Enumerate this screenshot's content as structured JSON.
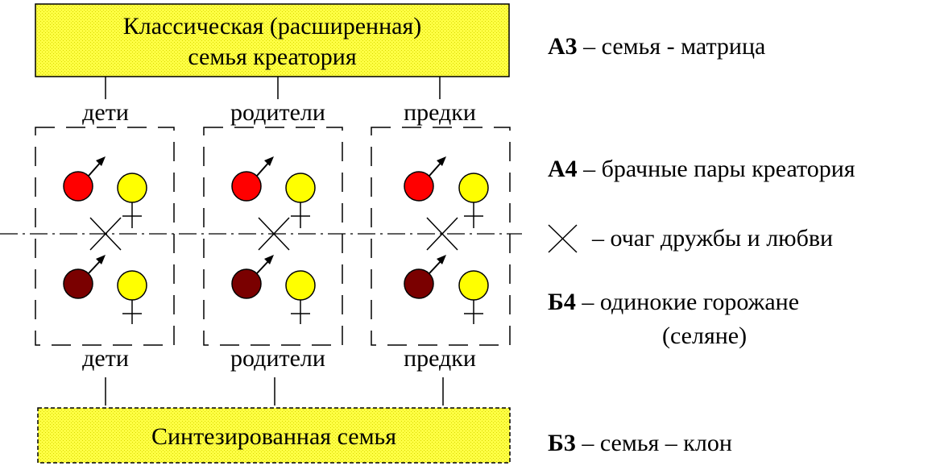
{
  "top_box": {
    "line1": "Классическая (расширенная)",
    "line2": "семья креатория",
    "fill": "#ffff44"
  },
  "bottom_box": {
    "text": "Синтезированная семья",
    "fill": "#ffff44"
  },
  "columns": [
    {
      "top_label": "дети",
      "bottom_label": "дети"
    },
    {
      "top_label": "родители",
      "bottom_label": "родители"
    },
    {
      "top_label": "предки",
      "bottom_label": "предки"
    }
  ],
  "colors": {
    "male_top": "#ff0000",
    "male_bottom": "#7a0000",
    "female": "#ffff00",
    "stroke": "#000000"
  },
  "legend": [
    {
      "bold": "А3",
      "text": " – семья - матрица"
    },
    {
      "bold": "А4",
      "text": " – брачные пары креатория"
    },
    {
      "bold": "",
      "text": "  – очаг дружбы и любви",
      "icon": "cross-icon"
    },
    {
      "bold": "Б4",
      "text": " – одинокие горожане"
    },
    {
      "bold": "",
      "text": "(селяне)"
    },
    {
      "bold": "Б3",
      "text": " – семья – клон"
    }
  ]
}
